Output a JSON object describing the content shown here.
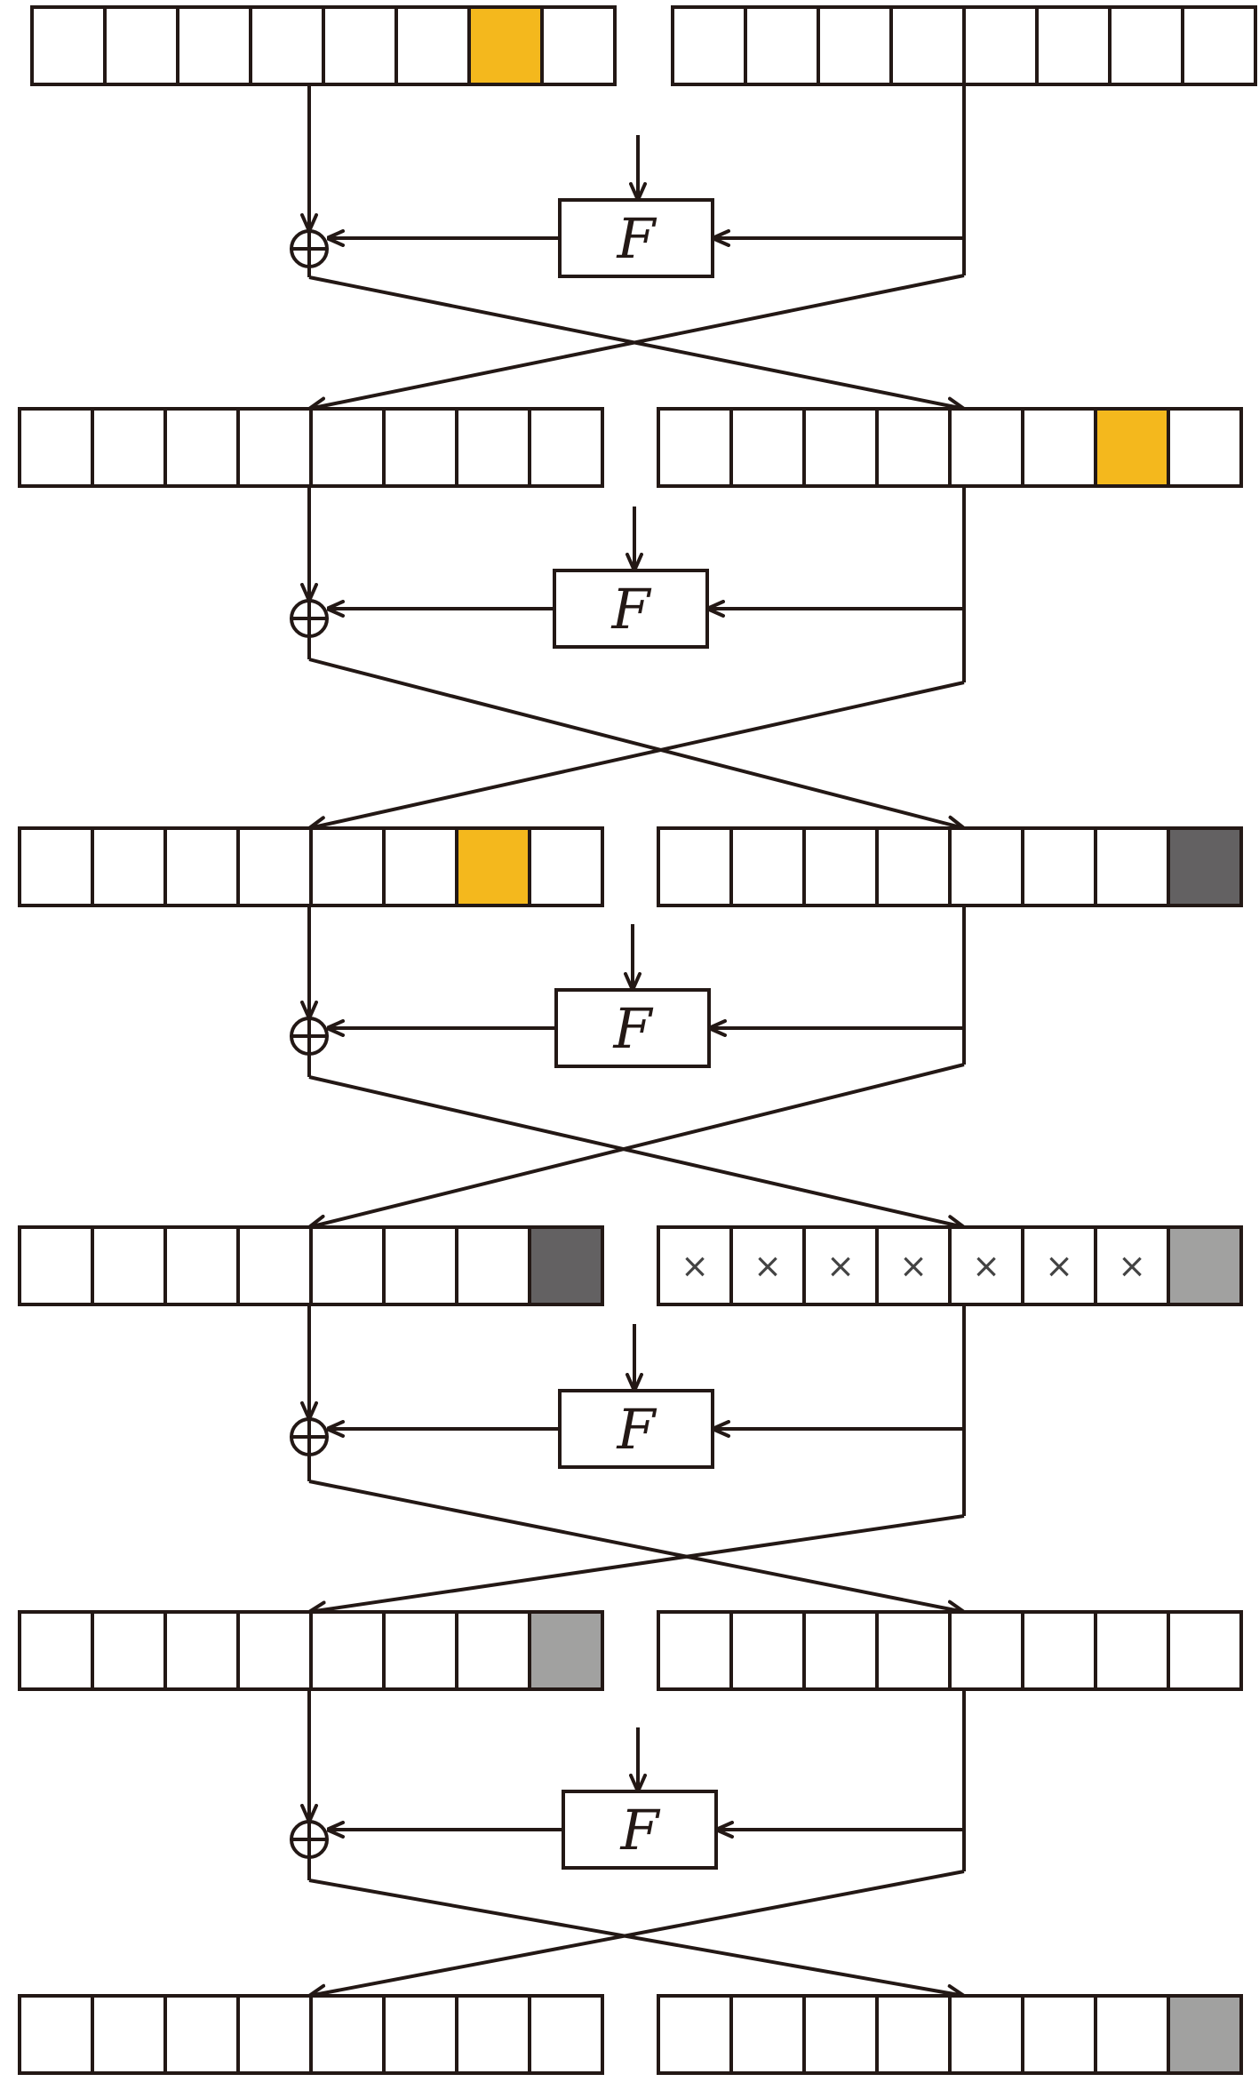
{
  "colors": {
    "line": "#231815",
    "empty": "#ffffff",
    "active": "#f4b81d",
    "dark": "#636162",
    "light": "#a1a1a0"
  },
  "f_label": "F",
  "x_mark": "×",
  "rows": [
    {
      "left": [
        "empty",
        "empty",
        "empty",
        "empty",
        "empty",
        "empty",
        "active",
        "empty"
      ],
      "right": [
        "empty",
        "empty",
        "empty",
        "empty",
        "empty",
        "empty",
        "empty",
        "empty"
      ]
    },
    {
      "left": [
        "empty",
        "empty",
        "empty",
        "empty",
        "empty",
        "empty",
        "empty",
        "empty"
      ],
      "right": [
        "empty",
        "empty",
        "empty",
        "empty",
        "empty",
        "empty",
        "active",
        "empty"
      ]
    },
    {
      "left": [
        "empty",
        "empty",
        "empty",
        "empty",
        "empty",
        "empty",
        "active",
        "empty"
      ],
      "right": [
        "empty",
        "empty",
        "empty",
        "empty",
        "empty",
        "empty",
        "empty",
        "dark"
      ]
    },
    {
      "left": [
        "empty",
        "empty",
        "empty",
        "empty",
        "empty",
        "empty",
        "empty",
        "dark"
      ],
      "right": [
        "x",
        "x",
        "x",
        "x",
        "x",
        "x",
        "x",
        "light"
      ]
    },
    {
      "left": [
        "empty",
        "empty",
        "empty",
        "empty",
        "empty",
        "empty",
        "empty",
        "light"
      ],
      "right": [
        "empty",
        "empty",
        "empty",
        "empty",
        "empty",
        "empty",
        "empty",
        "empty"
      ]
    },
    {
      "left": [
        "empty",
        "empty",
        "empty",
        "empty",
        "empty",
        "empty",
        "empty",
        "empty"
      ],
      "right": [
        "empty",
        "empty",
        "empty",
        "empty",
        "empty",
        "empty",
        "empty",
        "light"
      ]
    }
  ]
}
